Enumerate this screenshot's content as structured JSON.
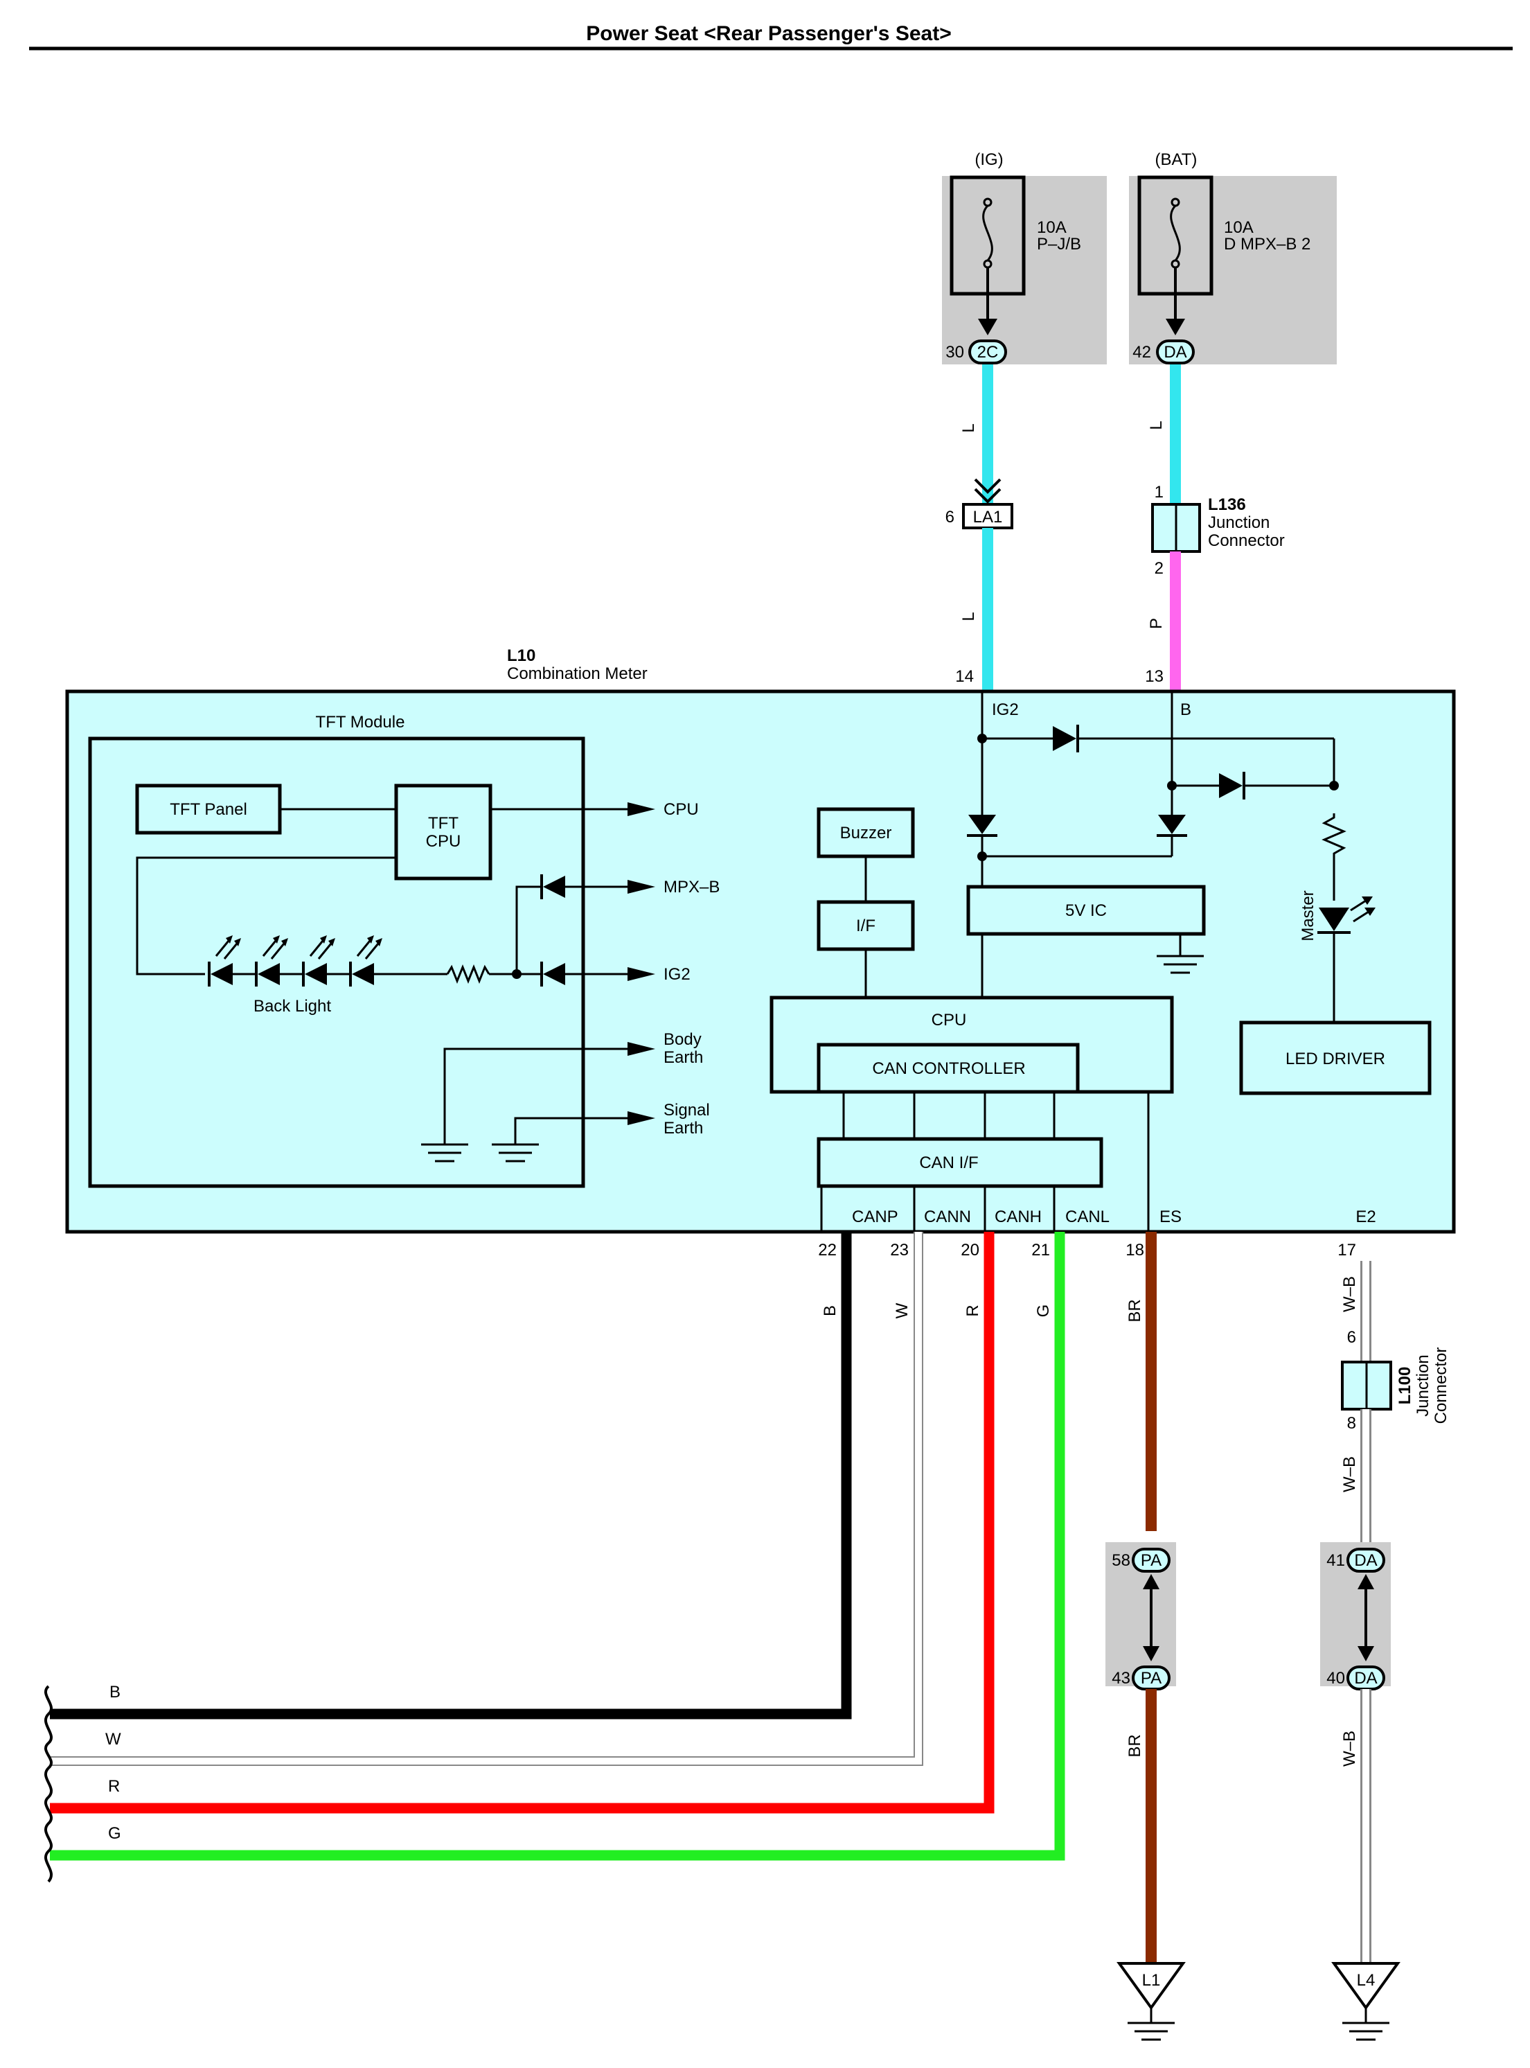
{
  "title": "Power Seat <Rear Passenger's Seat>",
  "colors": {
    "L": "#33e6ee",
    "P": "#ff66ee",
    "B": "#000000",
    "W": "#ffffff",
    "R": "#ff0000",
    "G": "#22ee22",
    "BR": "#8b2a00",
    "W-B": "#ffffff",
    "meter_fill": "#ccfdfd",
    "fuse_fill": "#cccccc"
  },
  "fuses": [
    {
      "supply": "(IG)",
      "rating": "10A",
      "name": "P–J/B",
      "pin": "30",
      "connector": "2C"
    },
    {
      "supply": "(BAT)",
      "rating": "10A",
      "name": "D MPX–B 2",
      "pin": "42",
      "connector": "DA"
    }
  ],
  "connectors": {
    "la1": {
      "label": "LA1",
      "pin": "6"
    },
    "l136": {
      "id": "L136",
      "line1": "Junction",
      "line2": "Connector",
      "pin_top": "1",
      "pin_bottom": "2"
    },
    "l100": {
      "id": "L100",
      "line1": "Junction",
      "line2": "Connector",
      "pin_top": "6",
      "pin_bottom": "8"
    }
  },
  "wire_codes": {
    "ig_upper": "L",
    "ig_lower": "L",
    "bat_upper": "L",
    "bat_lower": "P"
  },
  "meter": {
    "id": "L10",
    "name": "Combination Meter",
    "pin_ig2": "14",
    "pin_b": "13",
    "ig2_label": "IG2",
    "b_label": "B",
    "tft_module": "TFT Module",
    "tft_panel": "TFT Panel",
    "tft_cpu_line1": "TFT",
    "tft_cpu_line2": "CPU",
    "back_light": "Back Light",
    "arrow_cpu": "CPU",
    "arrow_mpxb": "MPX–B",
    "arrow_ig2": "IG2",
    "body_earth_1": "Body",
    "body_earth_2": "Earth",
    "signal_earth_1": "Signal",
    "signal_earth_2": "Earth",
    "buzzer": "Buzzer",
    "if": "I/F",
    "ic5v": "5V IC",
    "cpu": "CPU",
    "can_controller": "CAN CONTROLLER",
    "can_if": "CAN I/F",
    "master": "Master",
    "led_driver": "LED DRIVER"
  },
  "terminals": [
    {
      "name": "CANP",
      "pin": "22",
      "wire": "B"
    },
    {
      "name": "CANN",
      "pin": "23",
      "wire": "W"
    },
    {
      "name": "CANH",
      "pin": "20",
      "wire": "R"
    },
    {
      "name": "CANL",
      "pin": "21",
      "wire": "G"
    },
    {
      "name": "ES",
      "pin": "18",
      "wire": "BR"
    },
    {
      "name": "E2",
      "pin": "17",
      "wire": "W–B"
    }
  ],
  "bus_labels": [
    "B",
    "W",
    "R",
    "G"
  ],
  "pa_connector": {
    "label": "PA",
    "pin_top": "58",
    "pin_bottom": "43",
    "wire_lower": "BR"
  },
  "da_connector": {
    "label": "DA",
    "pin_top": "41",
    "pin_bottom": "40",
    "wire_mid": "W–B",
    "wire_lower": "W–B"
  },
  "grounds": [
    "L1",
    "L4"
  ]
}
